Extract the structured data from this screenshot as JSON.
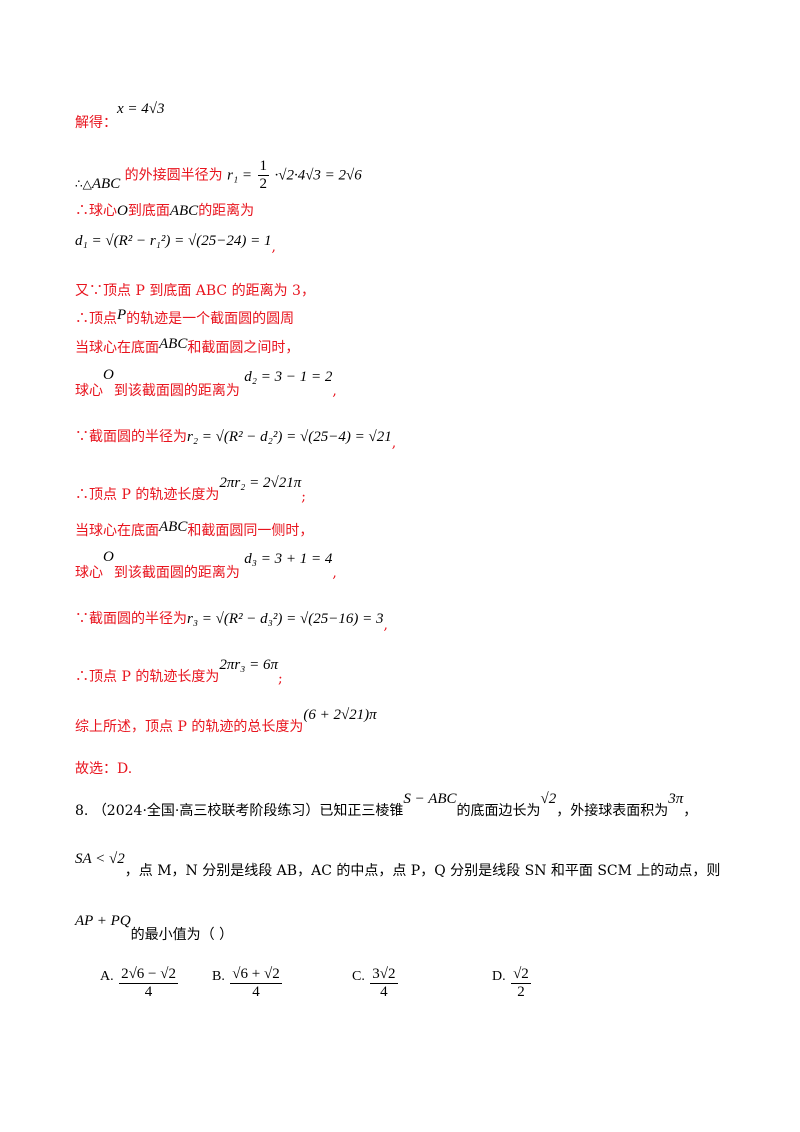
{
  "solution": {
    "l1_prefix": "解得：",
    "l1_math": "x = 4√3",
    "l2_pre": "∴△",
    "l2_abc": "ABC",
    "l2_text": "的外接圆半径为",
    "l2_r1": "r₁ =",
    "l2_half_num": "1",
    "l2_half_den": "2",
    "l2_rest": "·√2·4√3 = 2√6",
    "l3_pre": "∴球心",
    "l3_o": "O",
    "l3_mid": "到底面",
    "l3_abc": "ABC",
    "l3_text": "的距离为",
    "l4_math": "d₁ = √(R² − r₁²) = √(25−24) = 1",
    "l4_comma": ",",
    "l5_text": "又∵顶点 P 到底面 ABC 的距离为 3，",
    "l6_pre": "∴顶点",
    "l6_p": "P",
    "l6_text": "的轨迹是一个截面圆的圆周",
    "l7_pre": "当球心在底面",
    "l7_abc": "ABC",
    "l7_text": "和截面圆之间时，",
    "l8_pre": "球心",
    "l8_o": "O",
    "l8_text": "到该截面圆的距离为",
    "l8_math": "d₂ = 3 − 1 = 2",
    "l8_comma": ",",
    "l9_pre": "∵截面圆的半径为",
    "l9_math": "r₂ = √(R² − d₂²) = √(25−4) = √21",
    "l9_comma": ",",
    "l10_pre": "∴顶点 P 的轨迹长度为",
    "l10_math": "2πr₂ = 2√21π",
    "l10_semi": ";",
    "l11_pre": "当球心在底面",
    "l11_abc": "ABC",
    "l11_text": "和截面圆同一侧时，",
    "l12_pre": "球心",
    "l12_o": "O",
    "l12_text": "到该截面圆的距离为",
    "l12_math": "d₃ = 3 + 1 = 4",
    "l12_comma": ",",
    "l13_pre": "∵截面圆的半径为",
    "l13_math": "r₃ = √(R² − d₃²) = √(25−16) = 3",
    "l13_comma": ",",
    "l14_pre": "∴",
    "l14_text": "顶点 P 的轨迹长度为",
    "l14_math": "2πr₃ = 6π",
    "l14_semi": ";",
    "l15_text": "综上所述，顶点 P 的轨迹的总长度为",
    "l15_math": "(6 + 2√21)π",
    "l16_text": "故选：D."
  },
  "question": {
    "number": "8.",
    "source": "（2024·全国·高三校联考阶段练习）已知正三棱锥",
    "pyramid": "S − ABC",
    "t1": "的底面边长为",
    "edge": "√2",
    "t2": "，外接球表面积为",
    "area": "3π",
    "t3": "，",
    "cond": "SA < √2",
    "t4": "，点 M，N 分别是线段 AB，AC 的中点，点 P，Q 分别是线段 SN 和平面 SCM 上的动点，则",
    "expr": "AP + PQ",
    "t5": "的最小值为（    ）"
  },
  "options": {
    "a_label": "A.",
    "a_num": "2√6 − √2",
    "a_den": "4",
    "b_label": "B.",
    "b_num": "√6 + √2",
    "b_den": "4",
    "c_label": "C.",
    "c_num": "3√2",
    "c_den": "4",
    "d_label": "D.",
    "d_num": "√2",
    "d_den": "2"
  }
}
